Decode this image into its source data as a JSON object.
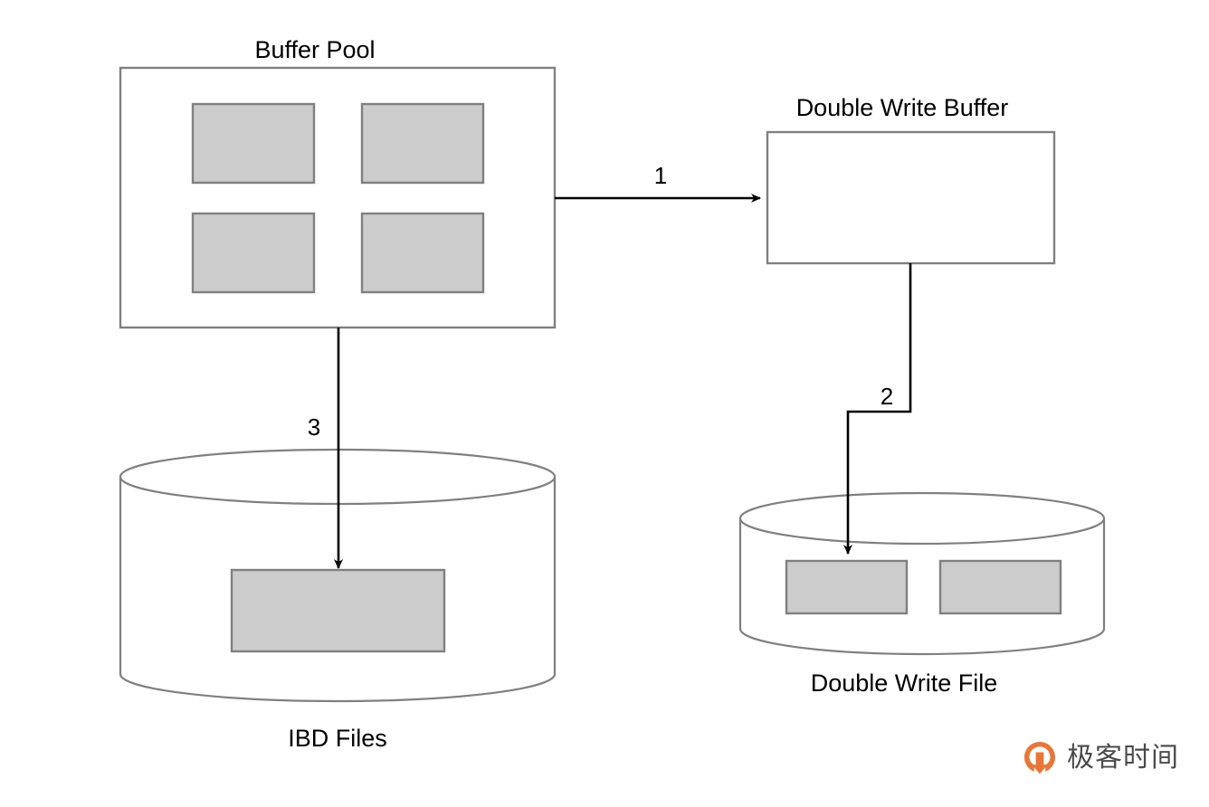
{
  "diagram": {
    "title_nodes": {
      "buffer_pool": "Buffer Pool",
      "double_write_buffer": "Double Write Buffer",
      "ibd_files": "IBD Files",
      "double_write_file": "Double Write File"
    },
    "step_labels": {
      "step1": "1",
      "step2": "2",
      "step3": "3"
    },
    "colors": {
      "page_fill": "#cccccc",
      "page_stroke": "#808080",
      "box_stroke": "#808080",
      "cylinder_stroke": "#808080",
      "arrow": "#000000",
      "text": "#000000",
      "watermark_orange": "#e8763a",
      "watermark_text": "#4a4a4a",
      "background": "#ffffff"
    },
    "nodes": [
      {
        "id": "buffer-pool",
        "type": "rectangle",
        "label": "Buffer Pool",
        "label_position": "above",
        "pages": 4
      },
      {
        "id": "double-write-buffer",
        "type": "rectangle",
        "label": "Double Write Buffer",
        "label_position": "above",
        "pages": 0
      },
      {
        "id": "ibd-files",
        "type": "cylinder",
        "label": "IBD Files",
        "label_position": "below",
        "pages": 1
      },
      {
        "id": "double-write-file",
        "type": "cylinder",
        "label": "Double Write File",
        "label_position": "below",
        "pages": 2
      }
    ],
    "edges": [
      {
        "id": "edge-1",
        "label": "1",
        "from": "buffer-pool",
        "to": "double-write-buffer",
        "shape": "straight-horizontal"
      },
      {
        "id": "edge-2",
        "label": "2",
        "from": "double-write-buffer",
        "to": "double-write-file",
        "shape": "elbow-vertical"
      },
      {
        "id": "edge-3",
        "label": "3",
        "from": "buffer-pool",
        "to": "ibd-files",
        "shape": "straight-vertical"
      }
    ]
  },
  "watermark": {
    "text": "极客时间",
    "logo_name": "geektime-logo-icon"
  }
}
